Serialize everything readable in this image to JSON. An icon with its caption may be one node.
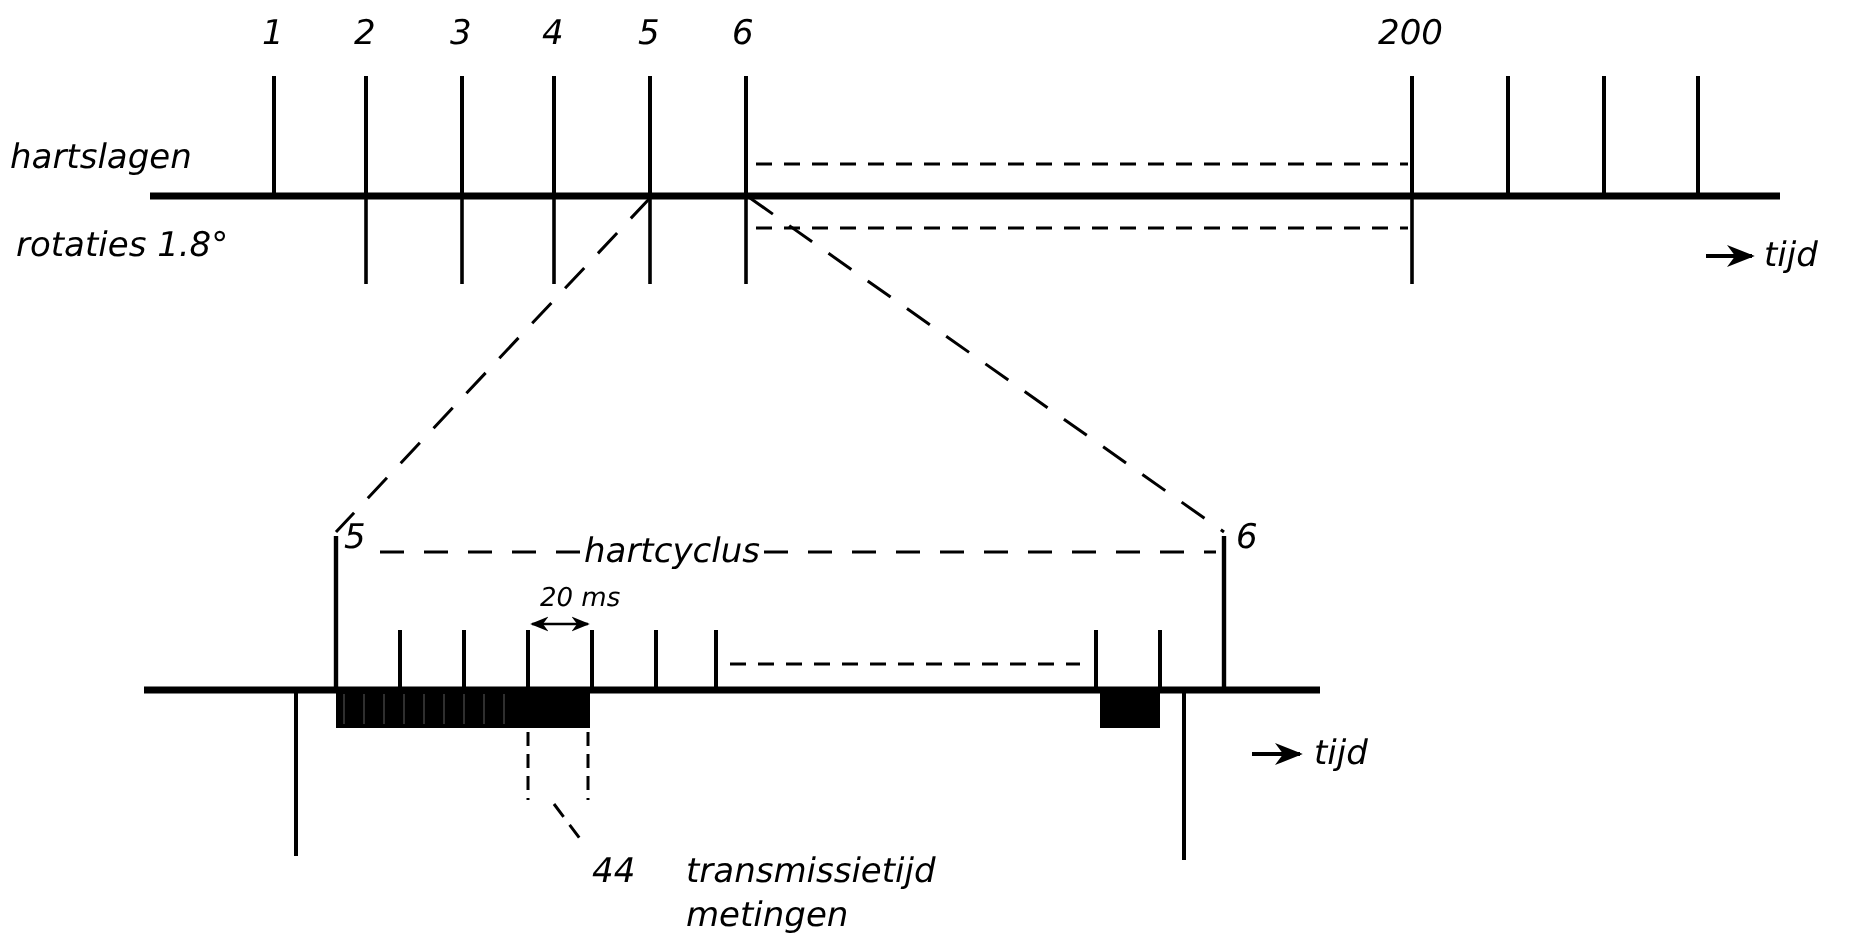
{
  "diagram": {
    "labels": [
      "1",
      "2",
      "3",
      "4",
      "5",
      "6",
      "200",
      "hartslagen",
      "rotaties 1.8°",
      "tijd",
      "5",
      "hartcyclus",
      "6",
      "20 ms",
      "tijd",
      "44",
      "transmissietijd metingen"
    ]
  }
}
